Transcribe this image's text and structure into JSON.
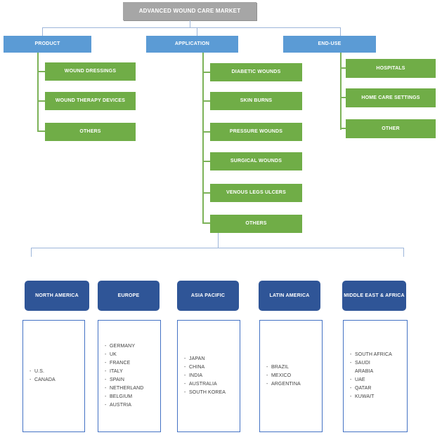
{
  "root": {
    "label": "ADVANCED WOUND CARE MARKET"
  },
  "branches": [
    {
      "label": "PRODUCT",
      "children": [
        "WOUND DRESSINGS",
        "WOUND THERAPY DEVICES",
        "OTHERS"
      ]
    },
    {
      "label": "APPLICATION",
      "children": [
        "DIABETIC WOUNDS",
        "SKIN BURNS",
        "PRESSURE WOUNDS",
        "SURGICAL WOUNDS",
        "VENOUS LEGS ULCERS",
        "OTHERS"
      ]
    },
    {
      "label": "END-USE",
      "children": [
        "HOSPITALS",
        "HOME CARE SETTINGS",
        "OTHER"
      ]
    }
  ],
  "regions": [
    {
      "label": "NORTH AMERICA",
      "countries": [
        "U.S.",
        "CANADA"
      ]
    },
    {
      "label": "EUROPE",
      "countries": [
        "GERMANY",
        "UK",
        "FRANCE",
        "ITALY",
        "SPAIN",
        "NETHERLAND",
        "BELGIUM",
        "AUSTRIA"
      ]
    },
    {
      "label": "ASIA PACIFIC",
      "countries": [
        "JAPAN",
        "CHINA",
        "INDIA",
        "AUSTRALIA",
        "SOUTH KOREA"
      ]
    },
    {
      "label": "LATIN AMERICA",
      "countries": [
        "BRAZIL",
        "MEXICO",
        "ARGENTINA"
      ]
    },
    {
      "label": "MIDDLE EAST & AFRICA",
      "countries": [
        "SOUTH AFRICA",
        "SAUDI\nARABIA",
        "UAE",
        "QATAR",
        "KUWAIT"
      ]
    }
  ],
  "colors": {
    "root_fill": "#A6A6A6",
    "category_fill": "#5B9BD5",
    "segment_fill": "#70AD47",
    "region_fill": "#2F5597",
    "list_border": "#4472C4",
    "connector_blue": "#9DB6DA",
    "connector_green": "#7CB258"
  }
}
